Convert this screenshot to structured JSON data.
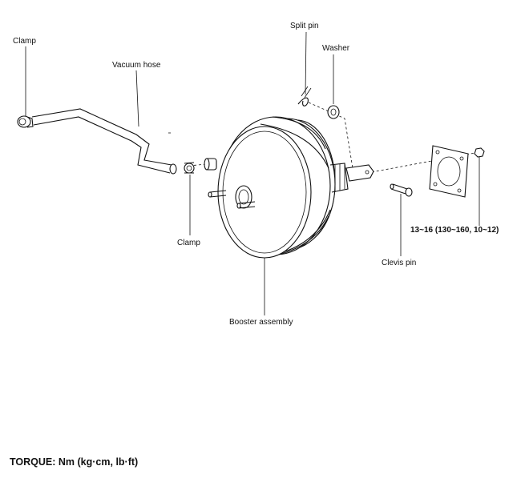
{
  "labels": {
    "clamp_top": "Clamp",
    "vacuum_hose": "Vacuum hose",
    "split_pin": "Split pin",
    "washer": "Washer",
    "torque_value": "13~16 (130~160, 10~12)",
    "clamp_mid": "Clamp",
    "clevis_pin": "Clevis pin",
    "booster_assembly": "Booster assembly"
  },
  "footer": {
    "torque_prefix": "TORQUE:",
    "torque_units": "Nm (kg·cm, lb·ft)"
  }
}
